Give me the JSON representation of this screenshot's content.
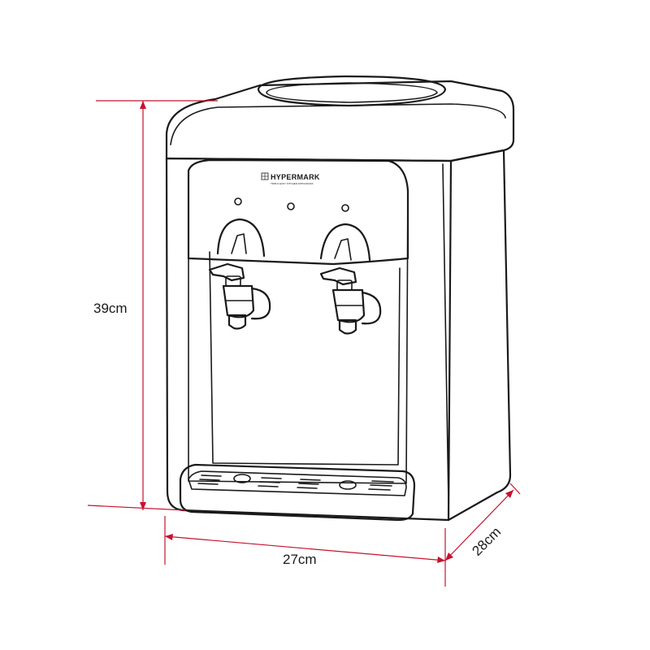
{
  "product": {
    "brand_name": "HYPERMARK",
    "brand_tagline": "TRIM & EASY KITCHEN APPLIANCES"
  },
  "dimensions": {
    "height_label": "39cm",
    "width_label": "27cm",
    "depth_label": "28cm"
  },
  "colors": {
    "dimension_line": "#c8102e",
    "outline": "#1a1a1a",
    "background": "#ffffff"
  }
}
